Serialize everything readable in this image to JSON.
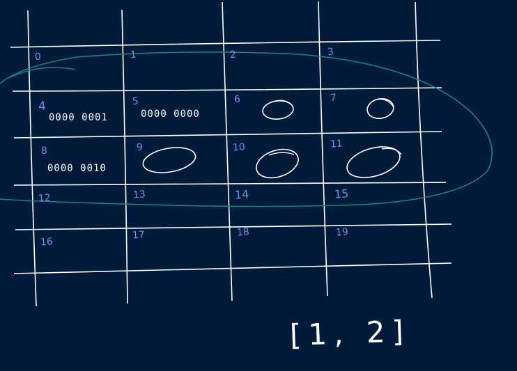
{
  "whiteboard": {
    "cells": [
      "0",
      "1",
      "2",
      "3",
      "4",
      "5",
      "6",
      "7",
      "8",
      "9",
      "10",
      "11",
      "12",
      "13",
      "14",
      "15",
      "16",
      "17",
      "18",
      "19"
    ],
    "bit_labels": {
      "cell_4": "0000 0001",
      "cell_5": "0000 0000",
      "cell_8": "0000 0010"
    },
    "circled_cells": [
      "6",
      "7",
      "9",
      "10",
      "11"
    ],
    "highlighted_rows": [
      "4-7",
      "8-11"
    ],
    "result": "[1, 2]",
    "colors": {
      "background": "#031b3a",
      "grid": "#ffffff",
      "cell_number": "#6f8fe6",
      "highlight_loop": "#1f7f86",
      "ink": "#ffffff"
    }
  }
}
